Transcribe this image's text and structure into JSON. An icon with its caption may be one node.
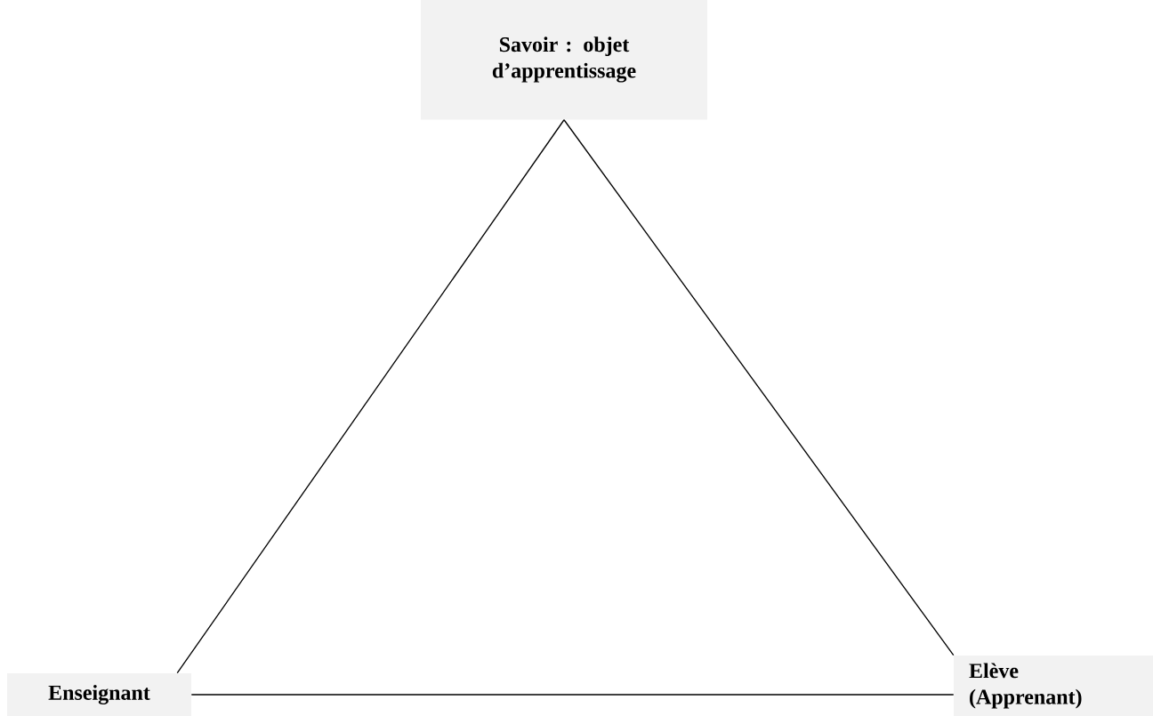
{
  "diagram": {
    "nodes": [
      {
        "text": [
          "Savoir : objet d’apprentissage"
        ]
      },
      {
        "text": [
          "Enseignant"
        ]
      },
      {
        "text": [
          "Elève (Apprenant)"
        ]
      }
    ],
    "edges": [
      {
        "from": 0,
        "to": 1,
        "arrow": "none"
      },
      {
        "from": 0,
        "to": 2,
        "arrow": "none"
      },
      {
        "from": 1,
        "to": 2,
        "arrow": "none"
      }
    ]
  }
}
